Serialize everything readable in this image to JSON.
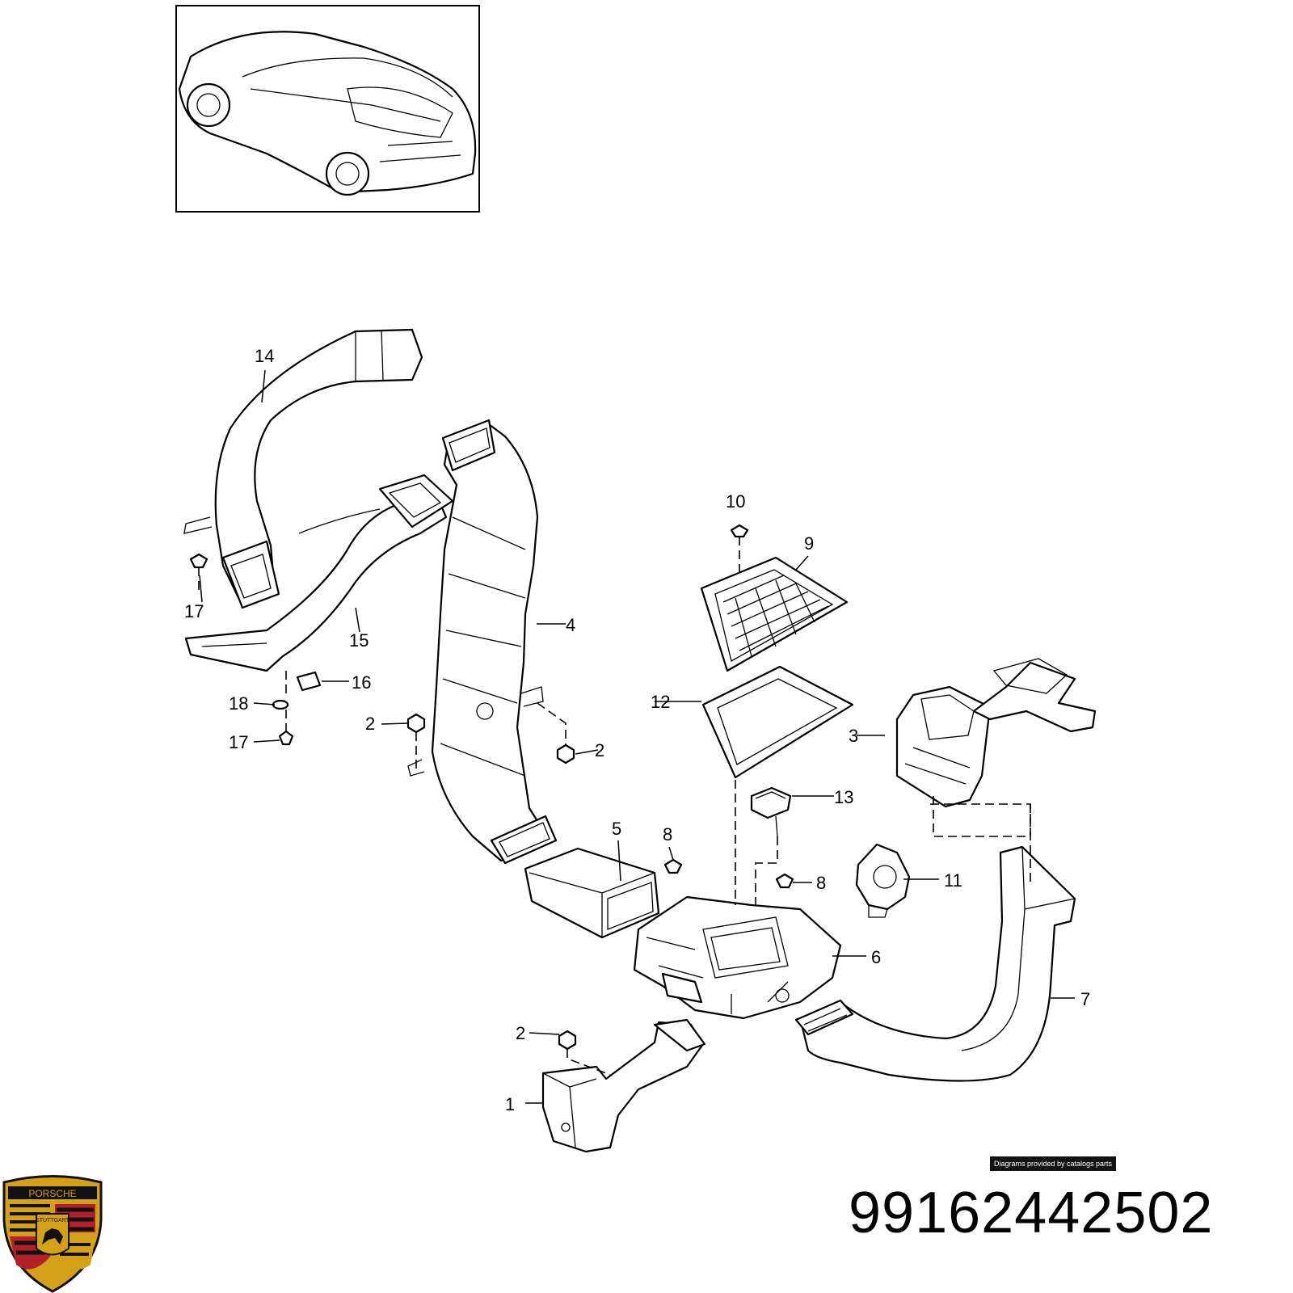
{
  "callouts": [
    {
      "n": "1"
    },
    {
      "n": "2"
    },
    {
      "n": "2"
    },
    {
      "n": "2"
    },
    {
      "n": "3"
    },
    {
      "n": "4"
    },
    {
      "n": "5"
    },
    {
      "n": "6"
    },
    {
      "n": "7"
    },
    {
      "n": "8"
    },
    {
      "n": "8"
    },
    {
      "n": "9"
    },
    {
      "n": "10"
    },
    {
      "n": "11"
    },
    {
      "n": "12"
    },
    {
      "n": "13"
    },
    {
      "n": "14"
    },
    {
      "n": "15"
    },
    {
      "n": "16"
    },
    {
      "n": "17"
    },
    {
      "n": "17"
    },
    {
      "n": "18"
    }
  ],
  "credit": "Diagrams provided by catalogs parts",
  "part_number": "99162442502",
  "logo": {
    "brand": "PORSCHE",
    "city": "STUTTGART",
    "colors": {
      "gold": "#d4a017",
      "red": "#b3202a",
      "black": "#111111"
    }
  },
  "icons": [
    "car-overview-icon",
    "porsche-crest-icon"
  ]
}
